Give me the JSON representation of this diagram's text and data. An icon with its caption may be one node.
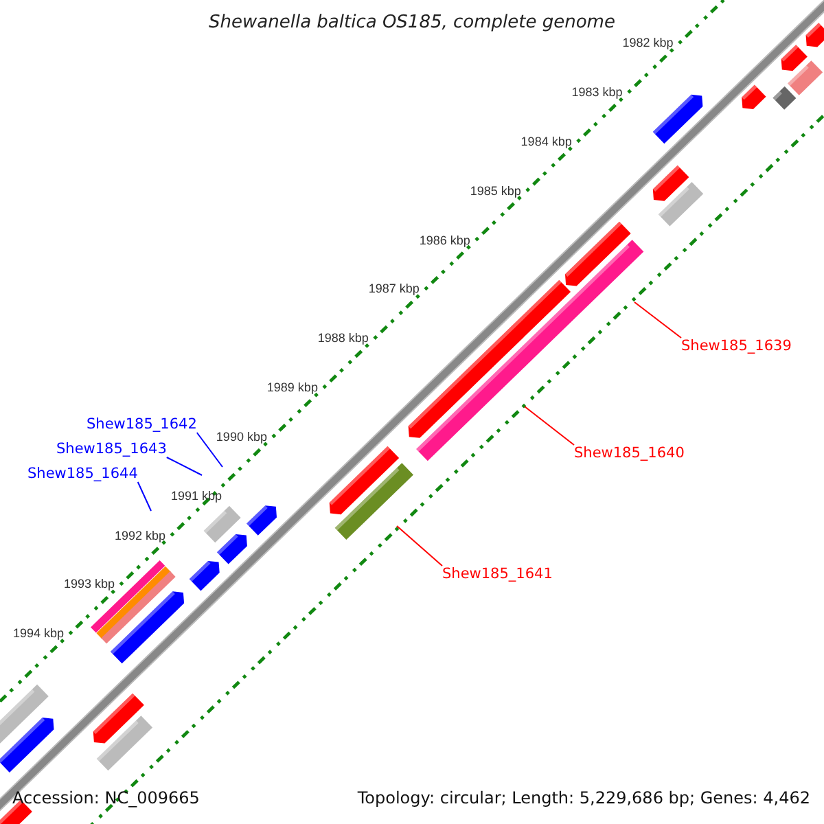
{
  "diagram": {
    "title": "Shewanella baltica OS185, complete genome",
    "nodes": [
      {
        "text": [
          "Shew185_1639"
        ]
      },
      {
        "text": [
          "Shew185_1642"
        ]
      },
      {
        "text": [
          "Shew185_1643"
        ]
      },
      {
        "text": [
          "Shew185_1640"
        ]
      },
      {
        "text": [
          "Shew185_1644"
        ]
      },
      {
        "text": [
          "Shew185_1641"
        ]
      }
    ],
    "edges": [
      {
        "from": 0,
        "to": null,
        "arrow": "none",
        "color": "#ff0000"
      },
      {
        "from": 1,
        "to": null,
        "arrow": "none",
        "color": "#0000ff"
      },
      {
        "from": 2,
        "to": null,
        "arrow": "none",
        "color": "#0000ff"
      },
      {
        "from": 3,
        "to": null,
        "arrow": "none",
        "color": "#ff0000"
      },
      {
        "from": 4,
        "to": null,
        "arrow": "none",
        "color": "#0000ff"
      },
      {
        "from": 5,
        "to": null,
        "arrow": "none",
        "color": "#ff0000"
      }
    ],
    "labels": [
      "1982 kbp",
      "1983 kbp",
      "1984 kbp",
      "1985 kbp",
      "1986 kbp",
      "1987 kbp",
      "1988 kbp",
      "1989 kbp",
      "1990 kbp",
      "1991 kbp",
      "1992 kbp",
      "1993 kbp",
      "1994 kbp",
      "Accession: NC_009665",
      "Topology: circular; Length: 5,229,686 bp; Genes: 4,462"
    ]
  }
}
